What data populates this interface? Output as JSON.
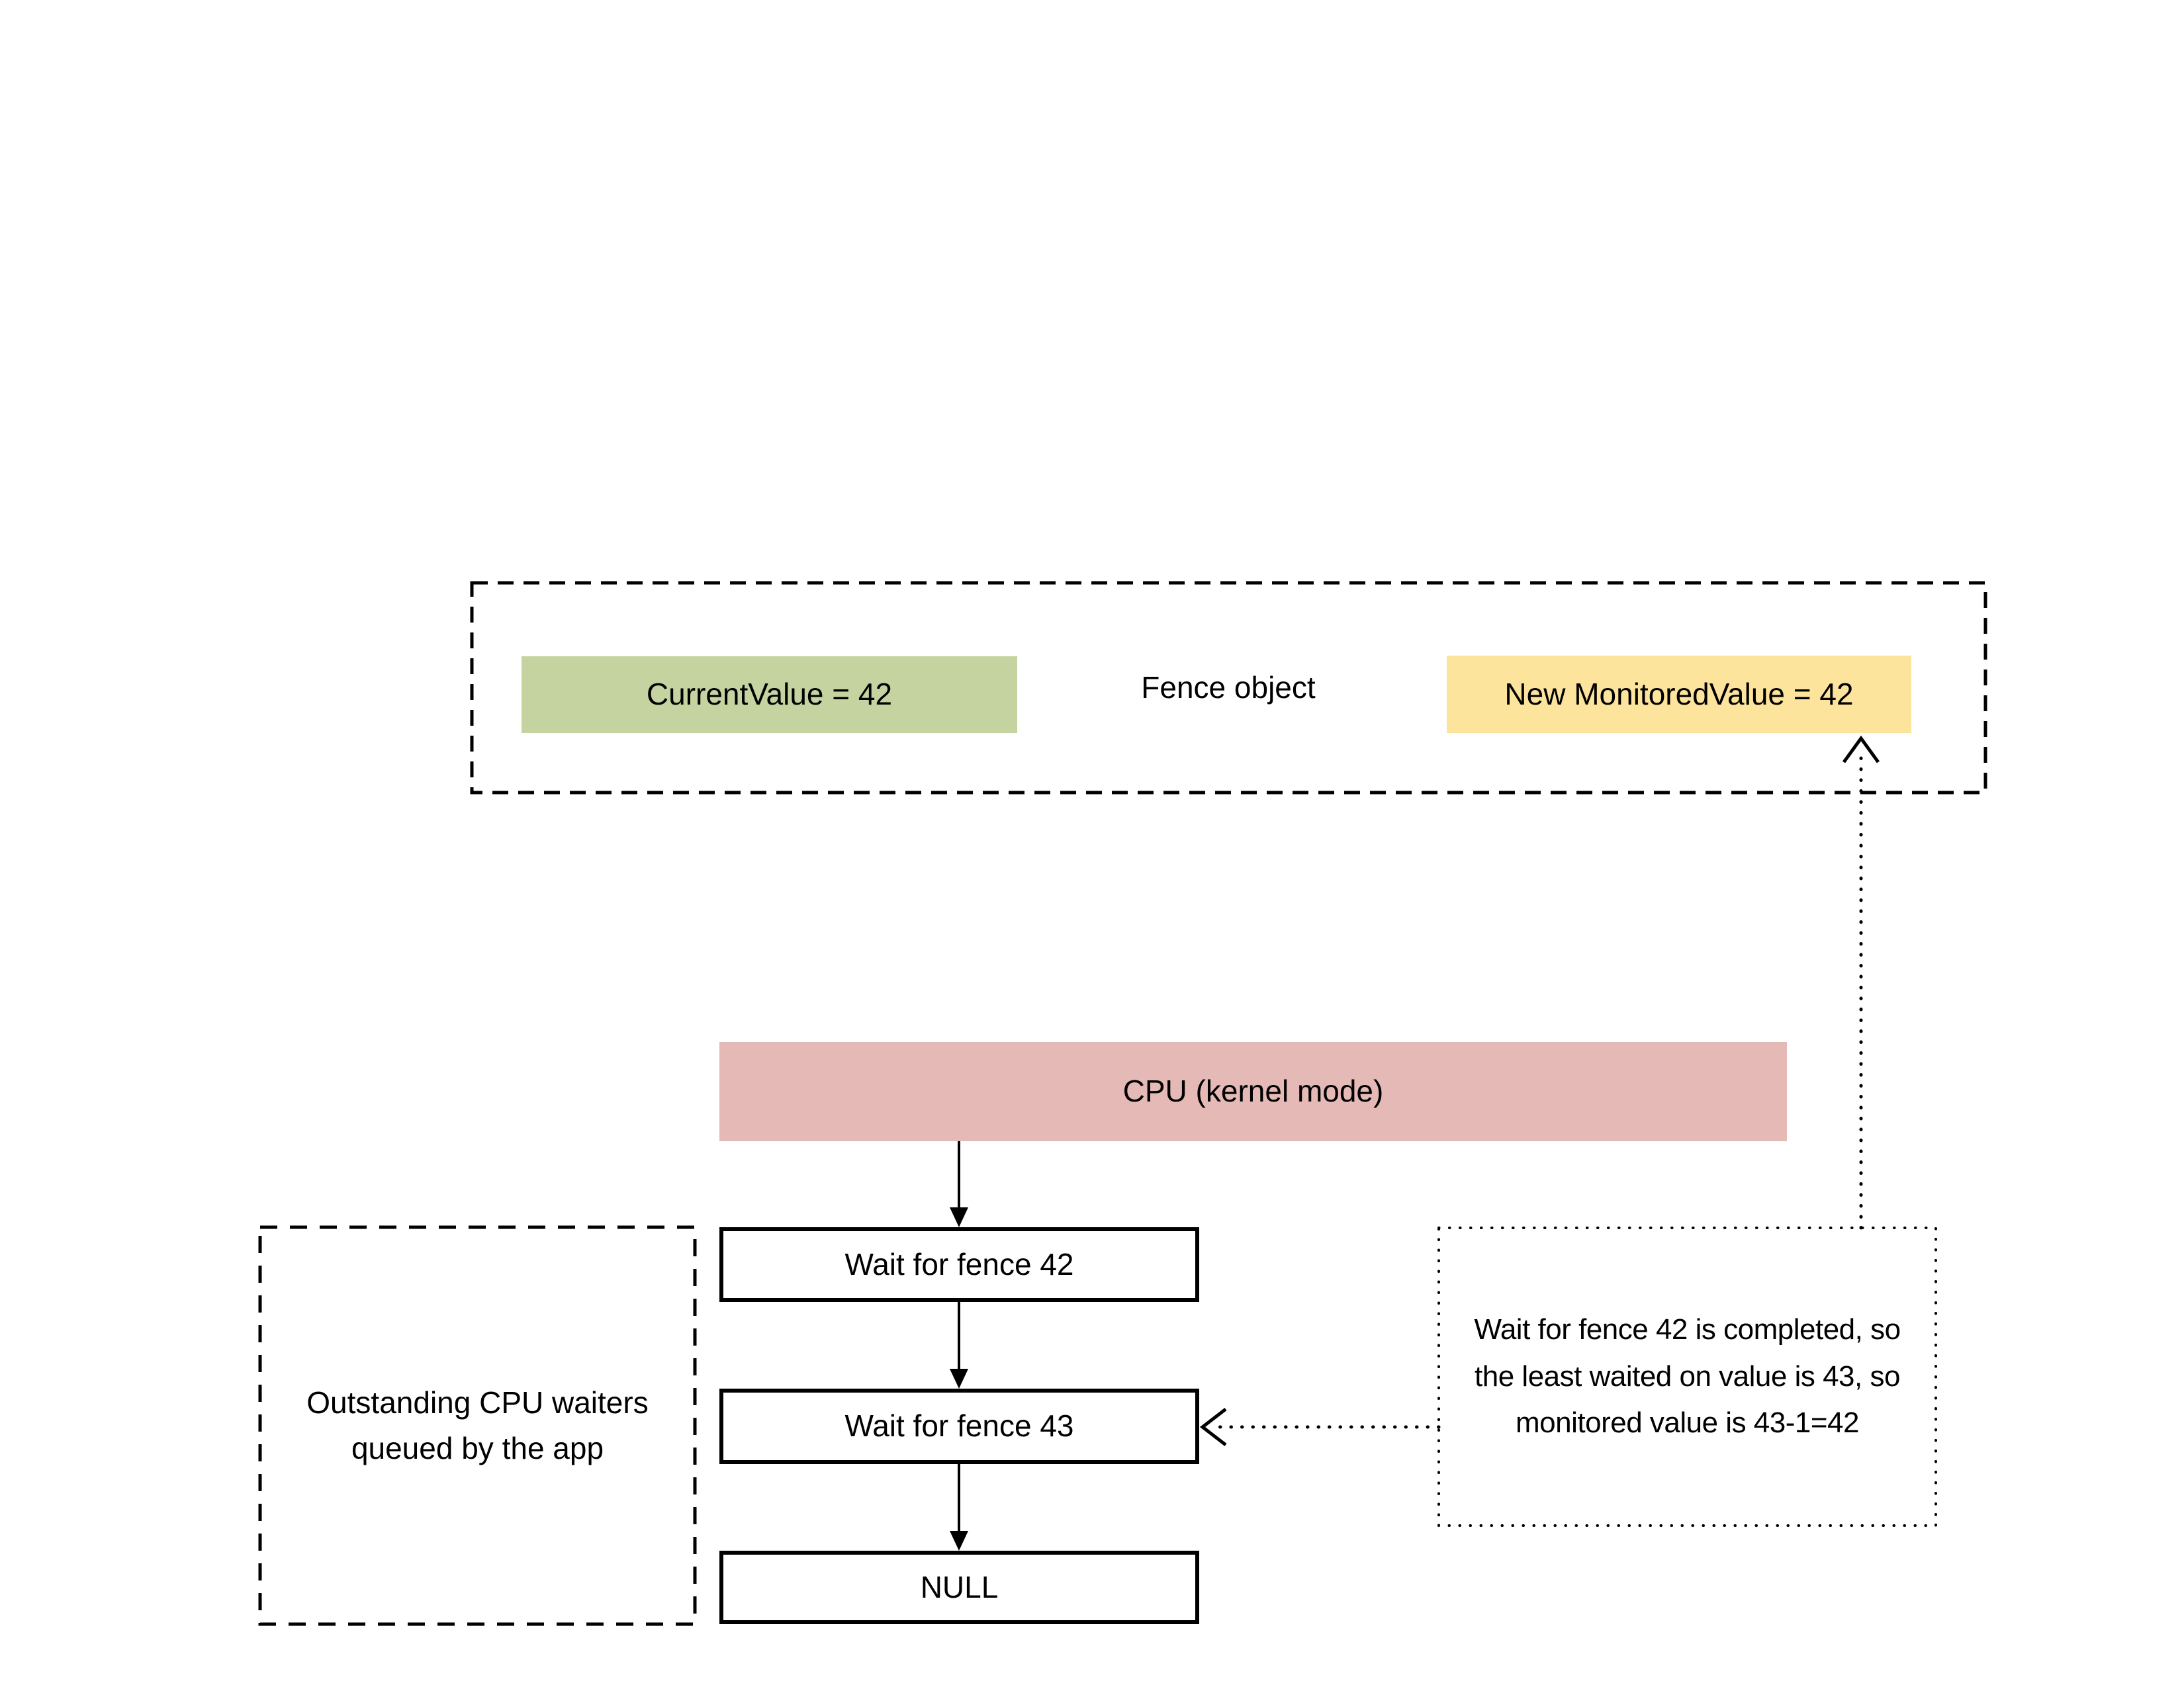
{
  "diagram": {
    "fence": {
      "label": "Fence object",
      "current_value": {
        "label": "CurrentValue = 42",
        "color": "#c5d3a1"
      },
      "monitored_value": {
        "label": "New MonitoredValue = 42",
        "color": "#fde49c"
      }
    },
    "cpu": {
      "label": "CPU (kernel mode)",
      "color": "#e4b9b6"
    },
    "queue": {
      "label": "Outstanding CPU waiters queued by the app",
      "items": [
        {
          "label": "Wait for fence 42",
          "state": "completed-crossed-out"
        },
        {
          "label": "Wait for fence 43",
          "state": "pending"
        },
        {
          "label": "NULL",
          "state": "empty"
        }
      ]
    },
    "annotation": {
      "lines": [
        "Wait for fence 42 is completed, so",
        "the least waited on value is 43, so",
        "monitored value is 43-1=42"
      ]
    },
    "colors": {
      "outline": "#000000",
      "background": "#ffffff"
    }
  }
}
